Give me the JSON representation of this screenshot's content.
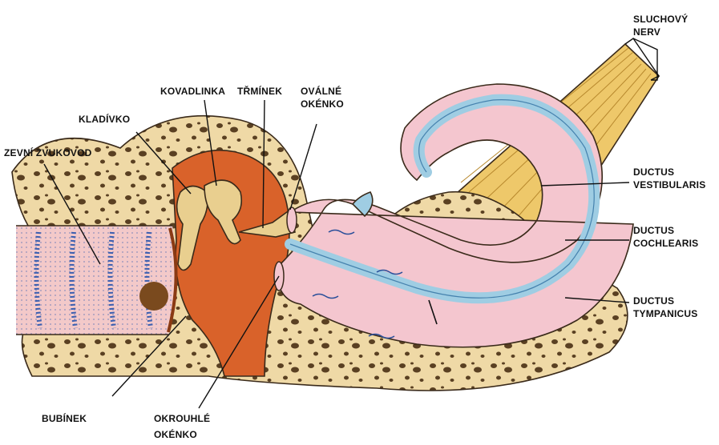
{
  "labels": {
    "sluchovy_nerv_1": "SLUCHOVÝ",
    "sluchovy_nerv_2": "NERV",
    "kovadlinka": "KOVADLINKA",
    "trminek": "TŘMÍNEK",
    "ovalne_1": "OVÁLNÉ",
    "ovalne_2": "OKÉNKO",
    "kladivko": "KLADÍVKO",
    "zevni": "ZEVNÍ ZVUKOVOD",
    "vestibularis_1": "DUCTUS",
    "vestibularis_2": "VESTIBULARIS",
    "cochlearis_1": "DUCTUS",
    "cochlearis_2": "COCHLEARIS",
    "tympanicus_1": "DUCTUS",
    "tympanicus_2": "TYMPANICUS",
    "bubinek": "BUBÍNEK",
    "okrouhle_1": "OKROUHLÉ",
    "okrouhle_2": "OKÉNKO"
  },
  "colors": {
    "bone": "#efd9a6",
    "bone_holes": "#5a4022",
    "middle_ear": "#d9622a",
    "ossicles": "#e9cf8f",
    "canal": "#f3c9c9",
    "canal_dots": "#3b5fb0",
    "cochlea_outer": "#f4c6cf",
    "cochlea_duct": "#9fcde3",
    "nerve": "#eec86a",
    "ear_wax": "#7a4a1e"
  }
}
